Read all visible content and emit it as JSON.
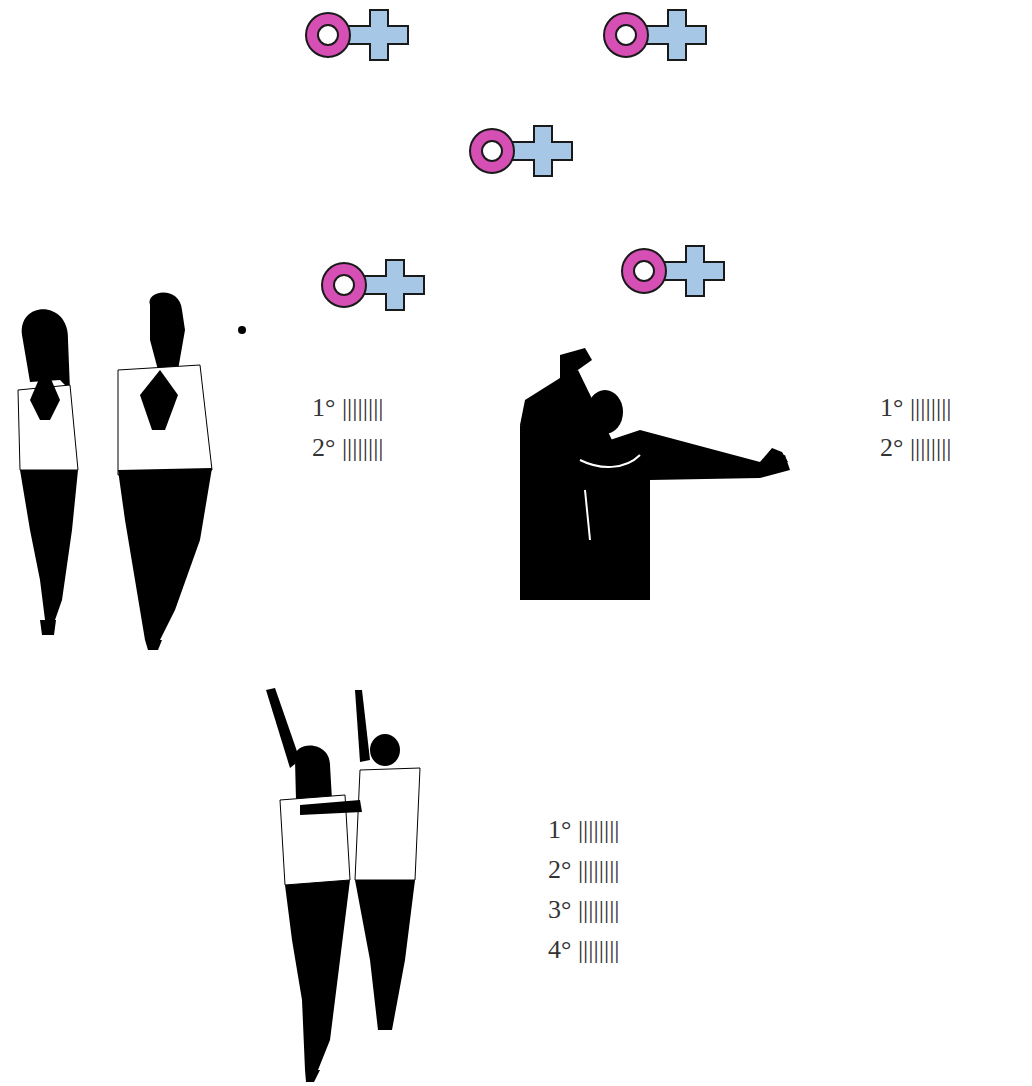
{
  "diagram": {
    "labels": [
      "1° ||||||||",
      "2° ||||||||",
      "1° ||||||||",
      "2° ||||||||",
      "1° ||||||||",
      "2° ||||||||",
      "3° ||||||||",
      "4° ||||||||"
    ]
  }
}
